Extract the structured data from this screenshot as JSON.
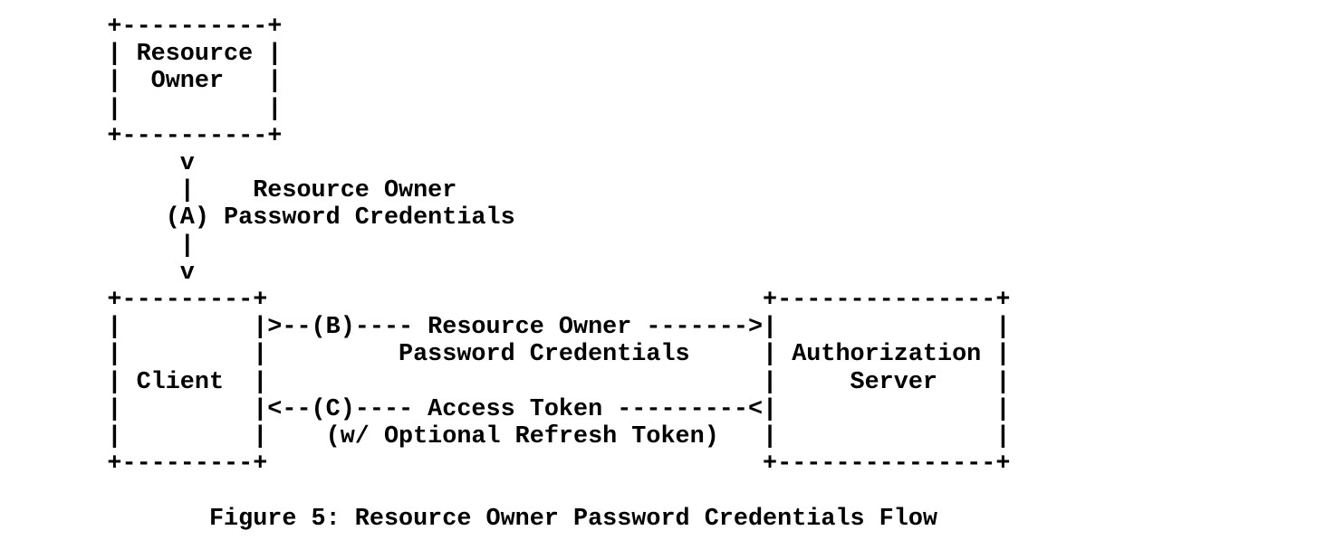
{
  "page": {
    "colors": {
      "background": "#ffffff",
      "text": "#000000"
    }
  },
  "diagram": {
    "type": "ascii-flow",
    "ascii": "     +----------+\n     | Resource |\n     |  Owner   |\n     |          |\n     +----------+\n          v\n          |    Resource Owner\n         (A) Password Credentials\n          |\n          v\n     +---------+                                  +---------------+\n     |         |>--(B)---- Resource Owner ------->|               |\n     |         |         Password Credentials     | Authorization |\n     | Client  |                                  |     Server    |\n     |         |<--(C)---- Access Token ---------<|               |\n     |         |    (w/ Optional Refresh Token)   |               |\n     +---------+                                  +---------------+",
    "caption_line": "            Figure 5: Resource Owner Password Credentials Flow",
    "caption": "Figure 5: Resource Owner Password Credentials Flow",
    "nodes": [
      {
        "id": "resource-owner",
        "label": "Resource Owner"
      },
      {
        "id": "client",
        "label": "Client"
      },
      {
        "id": "authorization-server",
        "label": "Authorization Server"
      }
    ],
    "steps": [
      {
        "id": "A",
        "from": "resource-owner",
        "to": "client",
        "label": "Resource Owner Password Credentials"
      },
      {
        "id": "B",
        "from": "client",
        "to": "authorization-server",
        "label": "Resource Owner Password Credentials"
      },
      {
        "id": "C",
        "from": "authorization-server",
        "to": "client",
        "label": "Access Token (w/ Optional Refresh Token)"
      }
    ]
  }
}
